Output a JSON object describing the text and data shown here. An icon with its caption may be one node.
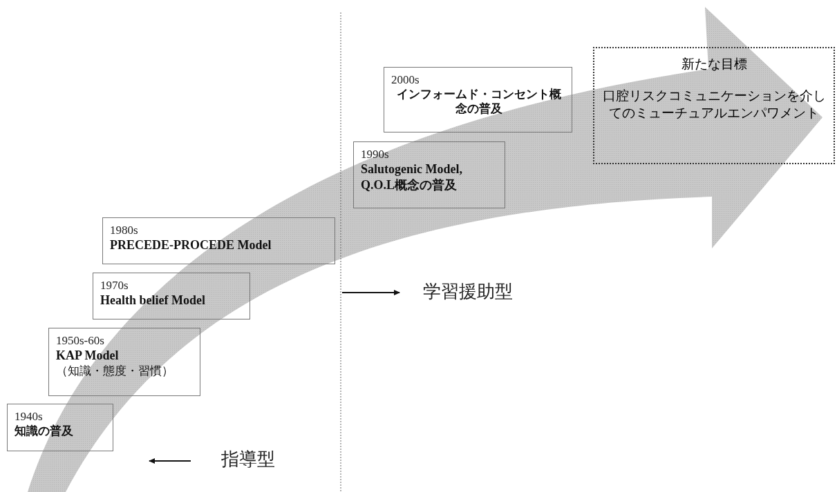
{
  "diagram": {
    "nodes": [
      {
        "text": [
          "2000s",
          "インフォームド・コンセント概念の普及"
        ]
      },
      {
        "text": [
          "新たな目標",
          "口腔リスクコミュニケーションを介してのミューチュアルエンパワメント"
        ]
      },
      {
        "text": [
          "1990s",
          "Salutogenic Model, Q.O.L概念の普及"
        ]
      },
      {
        "text": [
          "1980s",
          "PRECEDE-PROCEDE Model"
        ]
      },
      {
        "text": [
          "1970s",
          "Health belief Model"
        ]
      },
      {
        "text": [
          "1950s-60s",
          "KAP Model",
          "（知識・態度・習慣）"
        ]
      },
      {
        "text": [
          "1940s",
          "知識の普及"
        ]
      }
    ],
    "labels": [
      "学習援助型",
      "指導型"
    ]
  }
}
